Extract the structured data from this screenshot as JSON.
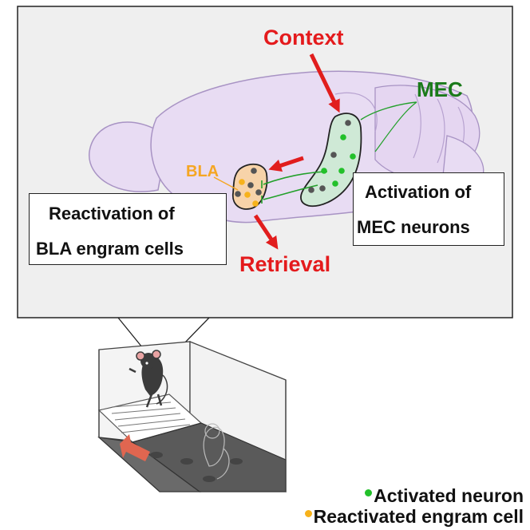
{
  "labels": {
    "context": "Context",
    "mec": "MEC",
    "bla": "BLA",
    "retrieval": "Retrieval"
  },
  "boxes": {
    "reactivation": {
      "line1": "Reactivation of",
      "line2": "BLA engram cells"
    },
    "activation": {
      "line1": "Activation of",
      "line2": "MEC neurons"
    }
  },
  "legend": {
    "activated": "Activated  neuron",
    "reactivated": "Reactivated  engram cell"
  },
  "colors": {
    "red_label": "#e41a1c",
    "green_label": "#1a7a1a",
    "orange_label": "#f5a623",
    "green_dot": "#22c02a",
    "orange_dot": "#f7b21b",
    "gray_dot": "#555555",
    "brain_fill": "#e8dcf3",
    "bla_fill": "#f7d3a9",
    "mec_fill": "#cfe9d6",
    "panel_fill": "#efefef",
    "arrow_red": "#e11d1d",
    "mouse_arrow": "#e06650"
  }
}
